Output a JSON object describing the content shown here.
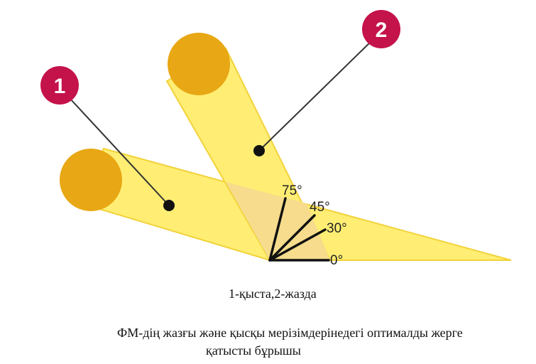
{
  "diagram": {
    "colors": {
      "beam_fill": "#ffee73",
      "beam_stroke": "#f2d23a",
      "overlap_fill": "#f6dc8c",
      "sun": "#e8a714",
      "badge": "#c4124a",
      "pointer": "#333333"
    },
    "badges": [
      {
        "id": "1",
        "label": "1"
      },
      {
        "id": "2",
        "label": "2"
      }
    ],
    "angle_labels": [
      "75°",
      "45°",
      "30°",
      "0°"
    ]
  },
  "captions": {
    "seasons": "1-қыста,2-жазда",
    "title_line1": "ФМ-дің жазғы және қысқы мерізімдерінедегі оптималды жерге",
    "title_line2": "қатысты бұрышы"
  }
}
